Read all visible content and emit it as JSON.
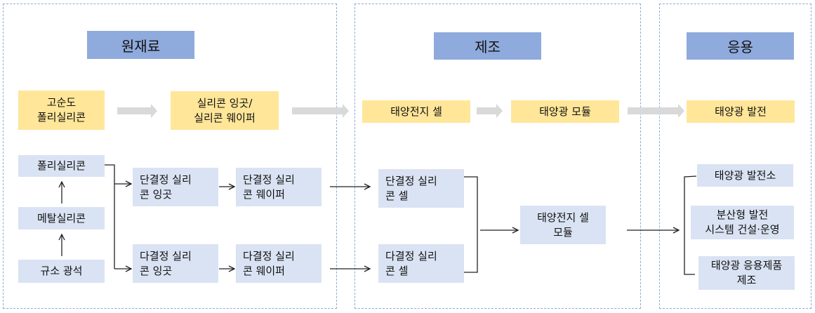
{
  "sections": {
    "raw": {
      "title": "원재료"
    },
    "manufacturing": {
      "title": "제조"
    },
    "application": {
      "title": "응용"
    }
  },
  "top_flow": [
    {
      "label": "고순도\n폴리실리콘"
    },
    {
      "label": "실리콘 잉곳/\n실리콘 웨이퍼"
    },
    {
      "label": "태양전지 셀"
    },
    {
      "label": "태양광 모듈"
    },
    {
      "label": "태양광 발전"
    }
  ],
  "raw_chain": [
    {
      "label": "폴리실리콘"
    },
    {
      "label": "메탈실리콘"
    },
    {
      "label": "규소 광석"
    }
  ],
  "mono": {
    "ingot": "단결정 실리\n콘 잉곳",
    "wafer": "단결정 실리\n콘 웨이퍼",
    "cell": "단결정 실리\n콘 셀"
  },
  "poly": {
    "ingot": "다결정 실리\n콘 잉곳",
    "wafer": "다결정 실리\n콘 웨이퍼",
    "cell": "다결정 실리\n콘 셀"
  },
  "module": {
    "label": "태양전지 셀\n모듈"
  },
  "applications": [
    {
      "label": "태양광 발전소"
    },
    {
      "label": "분산형 발전\n시스템 건설·운영"
    },
    {
      "label": "태양광 응용제품\n제조"
    }
  ],
  "colors": {
    "header": "#8faadc",
    "highlight": "#ffe699",
    "node": "#dae3f3",
    "flow_arrow": "#d9d9d9",
    "panel_border": "#8eaad6"
  }
}
